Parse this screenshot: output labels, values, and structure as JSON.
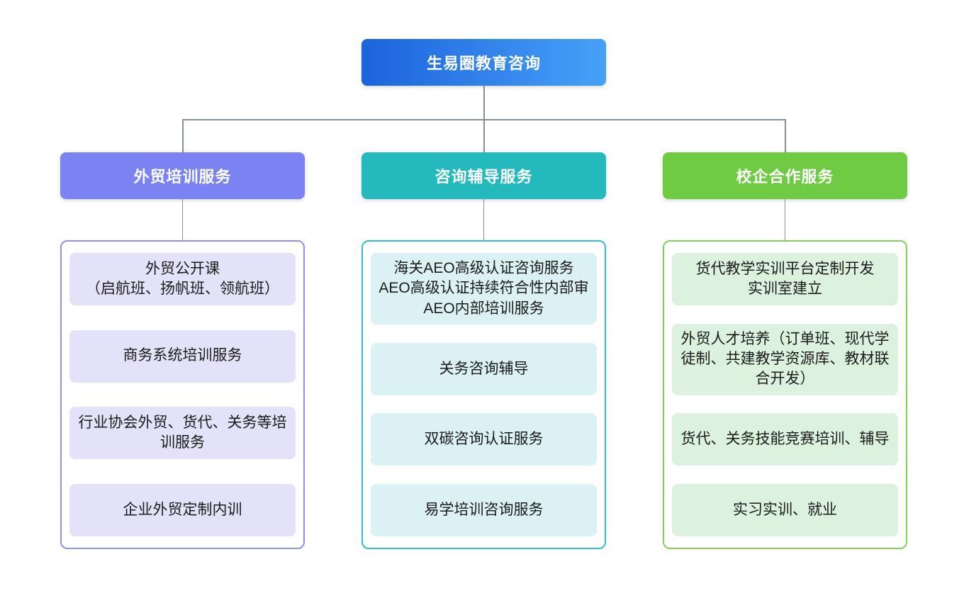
{
  "root": {
    "label": "生易圈教育咨询",
    "colors": {
      "gradient_from": "#1c63dc",
      "gradient_to": "#46a1f8",
      "text": "#ffffff"
    }
  },
  "branches": [
    {
      "label": "外贸培训服务",
      "colors": {
        "header": "#7b82f1",
        "border": "#8b90f2",
        "item_bg": "#e4e2f8",
        "header_text": "#ffffff"
      },
      "items": [
        "外贸公开课\n（启航班、扬帆班、领航班）",
        "商务系统培训服务",
        "行业协会外贸、货代、关务等培训服务",
        "企业外贸定制内训"
      ]
    },
    {
      "label": "咨询辅导服务",
      "colors": {
        "header": "#23b9bd",
        "border": "#2fc2c6",
        "item_bg": "#dcf1f4",
        "header_text": "#ffffff"
      },
      "items": [
        "海关AEO高级认证咨询服务\nAEO高级认证持续符合性内部审\nAEO内部培训服务",
        "关务咨询辅导",
        "双碳咨询认证服务",
        "易学培训咨询服务"
      ]
    },
    {
      "label": "校企合作服务",
      "colors": {
        "header": "#6ecb42",
        "border": "#80d25a",
        "item_bg": "#dcf2de",
        "header_text": "#ffffff"
      },
      "items": [
        "货代教学实训平台定制开发\n实训室建立",
        "外贸人才培养（订单班、现代学徒制、共建教学资源库、教材联合开发）",
        "货代、关务技能竞赛培训、辅导",
        "实习实训、就业"
      ]
    }
  ],
  "connector_color": "#878f96",
  "item_text_color": "#1b1b1b",
  "background": "#ffffff"
}
